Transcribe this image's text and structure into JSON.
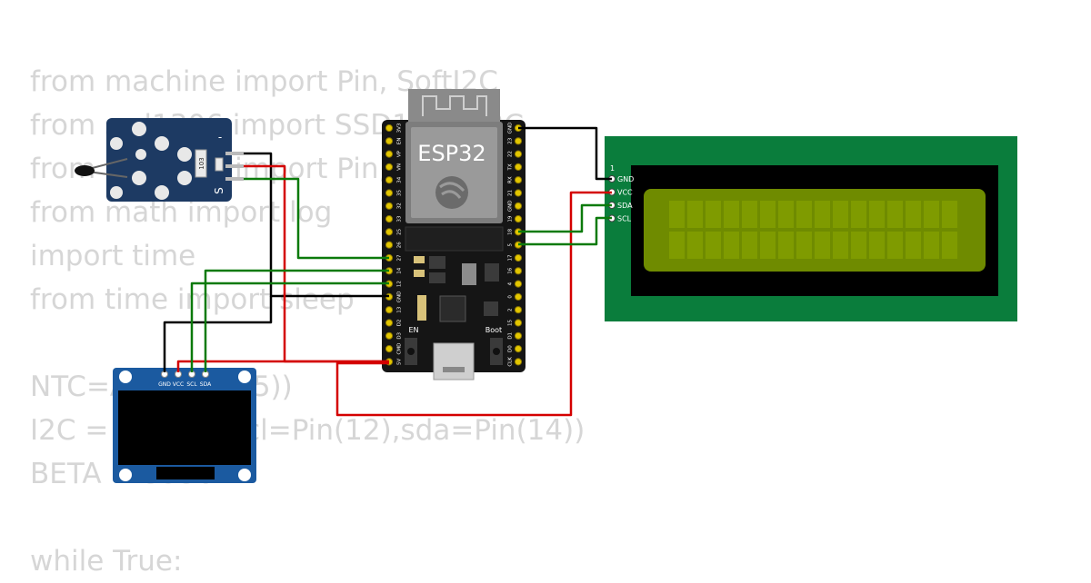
{
  "code_lines": [
    "from machine import Pin, SoftI2C",
    "from ssd1306 import SSD1306_I2C",
    "from machine import Pin,ADC,PWM",
    "from math import log",
    "import time",
    "from time import sleep",
    "",
    "NTC=ADC(Pin(35))",
    "I2C = SoftI2C(scl=Pin(12),sda=Pin(14))",
    "BETA = 3950",
    "",
    "while True:"
  ],
  "esp32": {
    "module_label": "ESP32",
    "en_label": "EN",
    "boot_label": "Boot",
    "left_pins": [
      "3V3",
      "EN",
      "VP",
      "VN",
      "34",
      "35",
      "32",
      "33",
      "25",
      "26",
      "27",
      "14",
      "12",
      "GND",
      "13",
      "D2",
      "D3",
      "CMD",
      "5V"
    ],
    "right_pins": [
      "GND",
      "23",
      "22",
      "TX",
      "RX",
      "21",
      "GND",
      "19",
      "18",
      "5",
      "17",
      "16",
      "4",
      "0",
      "2",
      "15",
      "D1",
      "D0",
      "CLK"
    ]
  },
  "ntc_module": {
    "pin_minus": "-",
    "pin_s": "S",
    "resistor_label": "103"
  },
  "oled": {
    "pins": [
      "GND",
      "VCC",
      "SCL",
      "SDA"
    ]
  },
  "lcd": {
    "pin1_label": "1",
    "pins": [
      "GND",
      "VCC",
      "SDA",
      "SCL"
    ]
  },
  "colors": {
    "wire_black": "#000000",
    "wire_red": "#d40000",
    "wire_green": "#0b7a0b",
    "lcd_board": "#0a7d3c",
    "lcd_screen": "#6f8b00",
    "oled_board": "#1b5aa0",
    "ntc_board": "#1d3a63"
  }
}
